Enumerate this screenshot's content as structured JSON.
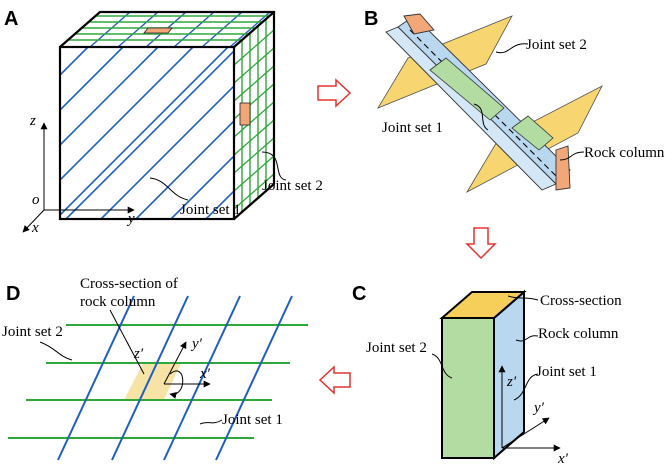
{
  "panels": {
    "a": {
      "letter": "A",
      "joint_set_1": "Joint set 1",
      "joint_set_2": "Joint set 2",
      "axis_z": "z",
      "axis_y": "y",
      "axis_x": "x",
      "axis_origin": "o"
    },
    "b": {
      "letter": "B",
      "joint_set_1": "Joint set 1",
      "joint_set_2": "Joint set 2",
      "rock_column": "Rock column"
    },
    "c": {
      "letter": "C",
      "cross_section": "Cross-section",
      "rock_column": "Rock column",
      "joint_set_1": "Joint set 1",
      "joint_set_2": "Joint set 2",
      "axis_z": "z′",
      "axis_y": "y′",
      "axis_x": "x′"
    },
    "d": {
      "letter": "D",
      "cross_section_line1": "Cross-section of",
      "cross_section_line2": "rock column",
      "joint_set_1": "Joint set 1",
      "joint_set_2": "Joint set 2",
      "axis_z": "z′",
      "axis_y": "y′",
      "axis_x": "x′"
    }
  },
  "colors": {
    "joint_set_1": "#1f5fbf",
    "joint_set_2": "#2fa83a",
    "plane_yellow": "#f6cf5a",
    "column_blue": "#b9d7ef",
    "column_green": "#b3dca3",
    "rock_orange": "#f2a779",
    "arrow_red": "#e3342f",
    "cross_section_fill": "#f7e3a6"
  }
}
